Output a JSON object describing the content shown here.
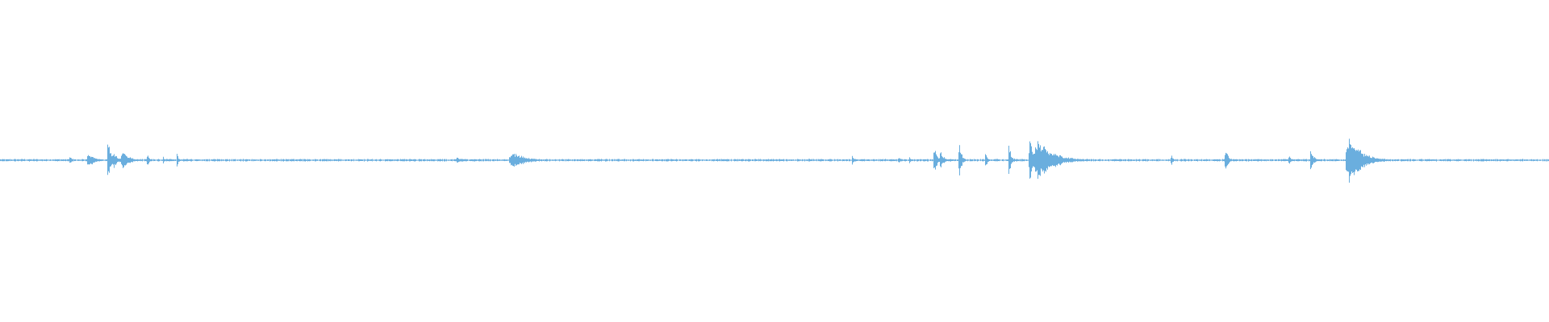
{
  "waveform": {
    "color": "#6aaede",
    "background": "#ffffff",
    "baseline_amplitude": 0.006,
    "duration_fraction_visible": 1.0,
    "bursts": [
      {
        "at": 0.045,
        "peak": 0.03,
        "width": 0.001
      },
      {
        "at": 0.057,
        "peak": 0.045,
        "width": 0.004
      },
      {
        "at": 0.0695,
        "peak": 0.15,
        "width": 0.0015
      },
      {
        "at": 0.073,
        "peak": 0.05,
        "width": 0.003
      },
      {
        "at": 0.079,
        "peak": 0.06,
        "width": 0.004
      },
      {
        "at": 0.095,
        "peak": 0.05,
        "width": 0.001
      },
      {
        "at": 0.105,
        "peak": 0.03,
        "width": 0.001
      },
      {
        "at": 0.114,
        "peak": 0.05,
        "width": 0.001
      },
      {
        "at": 0.295,
        "peak": 0.015,
        "width": 0.006
      },
      {
        "at": 0.331,
        "peak": 0.05,
        "width": 0.008
      },
      {
        "at": 0.55,
        "peak": 0.04,
        "width": 0.001
      },
      {
        "at": 0.58,
        "peak": 0.02,
        "width": 0.002
      },
      {
        "at": 0.587,
        "peak": 0.02,
        "width": 0.001
      },
      {
        "at": 0.603,
        "peak": 0.08,
        "width": 0.002
      },
      {
        "at": 0.607,
        "peak": 0.06,
        "width": 0.002
      },
      {
        "at": 0.619,
        "peak": 0.11,
        "width": 0.0015
      },
      {
        "at": 0.636,
        "peak": 0.06,
        "width": 0.001
      },
      {
        "at": 0.651,
        "peak": 0.11,
        "width": 0.0015
      },
      {
        "at": 0.6645,
        "peak": 0.18,
        "width": 0.0015
      },
      {
        "at": 0.67,
        "peak": 0.12,
        "width": 0.01
      },
      {
        "at": 0.756,
        "peak": 0.04,
        "width": 0.001
      },
      {
        "at": 0.791,
        "peak": 0.09,
        "width": 0.0015
      },
      {
        "at": 0.832,
        "peak": 0.03,
        "width": 0.002
      },
      {
        "at": 0.846,
        "peak": 0.06,
        "width": 0.002
      },
      {
        "at": 0.871,
        "peak": 0.14,
        "width": 0.008
      }
    ]
  }
}
